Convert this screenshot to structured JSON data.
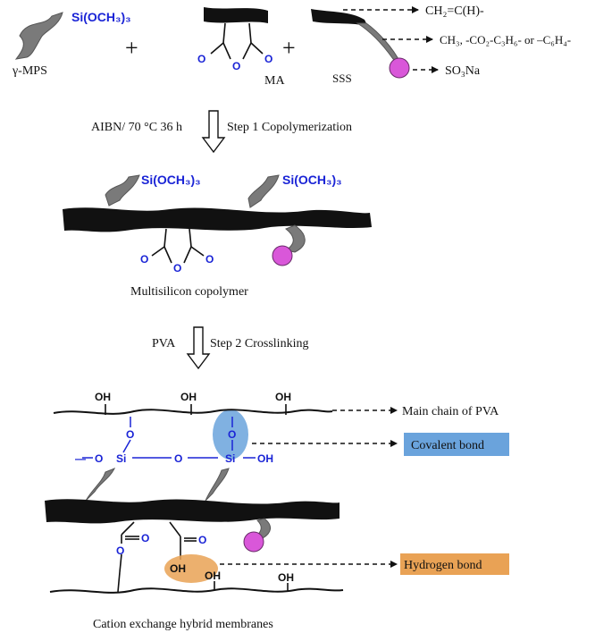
{
  "colors": {
    "blue": "#1a24d6",
    "black": "#111111",
    "grey_chain": "#6e6e6e",
    "pink_bead": "#d957d9",
    "covalent_box": "#6aa3dc",
    "hydrogen_box": "#e9a255"
  },
  "reactants": {
    "mps_label": "γ-MPS",
    "mps_group": "Si(OCH₃)₃",
    "plus1": "+",
    "ma_label": "MA",
    "ma_o_left": "O",
    "ma_o_mid": "O",
    "ma_o_right": "O",
    "plus2": "+",
    "sss_label": "SSS"
  },
  "legend": {
    "vinyl": "CH₂=C(H)-",
    "spacer": "CH₃, -CO₂-C₃H₆- or –C₆H₄-",
    "sulfonate": "SO₃Na"
  },
  "step1": {
    "conditions": "AIBN/ 70 °C 36 h",
    "label": "Step 1 Copolymerization"
  },
  "copolymer": {
    "group_left": "Si(OCH₃)₃",
    "group_right": "Si(OCH₃)₃",
    "ring_o_left": "O",
    "ring_o_mid": "O",
    "ring_o_right": "O",
    "caption": "Multisilicon copolymer"
  },
  "step2": {
    "reagent": "PVA",
    "label": "Step 2 Crosslinking"
  },
  "membrane": {
    "oh1": "OH",
    "oh2": "OH",
    "oh3": "OH",
    "o_link1": "O",
    "o_link2": "O",
    "dash_left": "—",
    "o_left": "O",
    "si_left": "Si",
    "o_mid": "O",
    "si_right": "Si",
    "oh_right": "OH",
    "ester_o1": "O",
    "ester_o2": "O",
    "ester_oh": "OH",
    "ester_o3": "O",
    "bottom_oh1": "OH",
    "bottom_oh2": "OH",
    "main_chain_label": "Main chain of PVA",
    "covalent_label": "Covalent bond",
    "hydrogen_label": "Hydrogen bond",
    "caption": "Cation exchange hybrid membranes"
  }
}
